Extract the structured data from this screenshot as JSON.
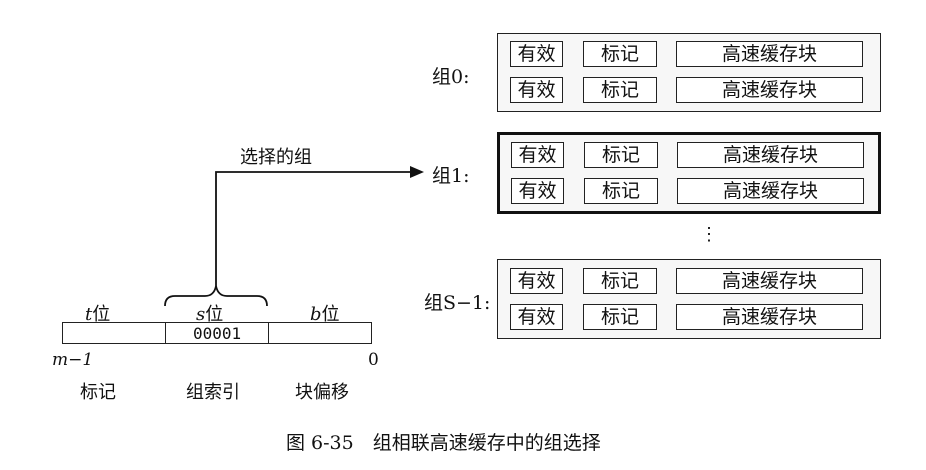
{
  "address": {
    "t_bits": "t位",
    "s_bits": "s位",
    "b_bits": "b位",
    "set_index_value": "00001",
    "high_bit": "m−1",
    "low_bit": "0",
    "tag_label": "标记",
    "set_index_label": "组索引",
    "block_offset_label": "块偏移"
  },
  "selected_set_label": "选择的组",
  "line_fields": {
    "valid": "有效",
    "tag": "标记",
    "block": "高速缓存块"
  },
  "sets": [
    {
      "label": "组0:",
      "selected": false
    },
    {
      "label": "组1:",
      "selected": true
    },
    {
      "label": "组S−1:",
      "selected": false
    }
  ],
  "ellipsis": "⋮",
  "caption": "图 6-35　组相联高速缓存中的组选择"
}
